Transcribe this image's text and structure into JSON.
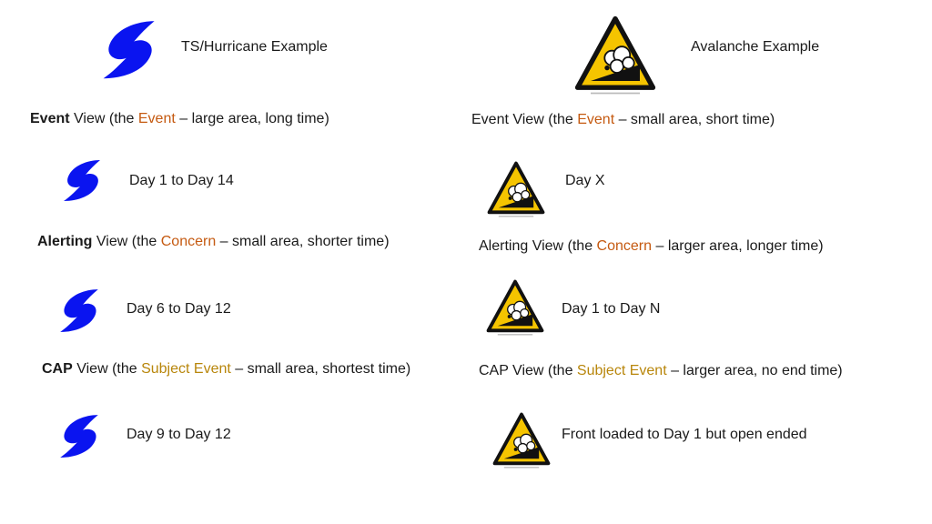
{
  "left": {
    "heading": "TS/Hurricane Example",
    "rows": [
      {
        "bold": "Event",
        "pre": " View (the ",
        "hl": "Event",
        "post": " – large area, long time)",
        "day": "Day 1 to Day 14"
      },
      {
        "bold": "Alerting",
        "pre": " View (the ",
        "hl": "Concern",
        "post": " – small area, shorter time)",
        "day": "Day 6 to Day 12"
      },
      {
        "bold": "CAP",
        "pre": " View (the ",
        "hl": "Subject Event",
        "post": " – small area, shortest time)",
        "day": "Day 9 to Day 12"
      }
    ]
  },
  "right": {
    "heading": "Avalanche Example",
    "rows": [
      {
        "pre": "Event View (the ",
        "hl": "Event",
        "post": " – small area, short time)",
        "day": "Day X"
      },
      {
        "pre": "Alerting View (the ",
        "hl": "Concern",
        "post": " – larger area, longer time)",
        "day": "Day 1 to Day N"
      },
      {
        "pre": "CAP View (the ",
        "hl": "Subject Event",
        "post": " – larger area, no end time)",
        "day": "Front loaded to Day 1 but open ended"
      }
    ]
  },
  "icons": {
    "hurricane": "hurricane-icon",
    "avalanche": "avalanche-warning-icon"
  },
  "colors": {
    "hurricane_blue": "#0a14f0",
    "warning_yellow": "#f5c400",
    "highlight_orange": "#c55a11"
  }
}
